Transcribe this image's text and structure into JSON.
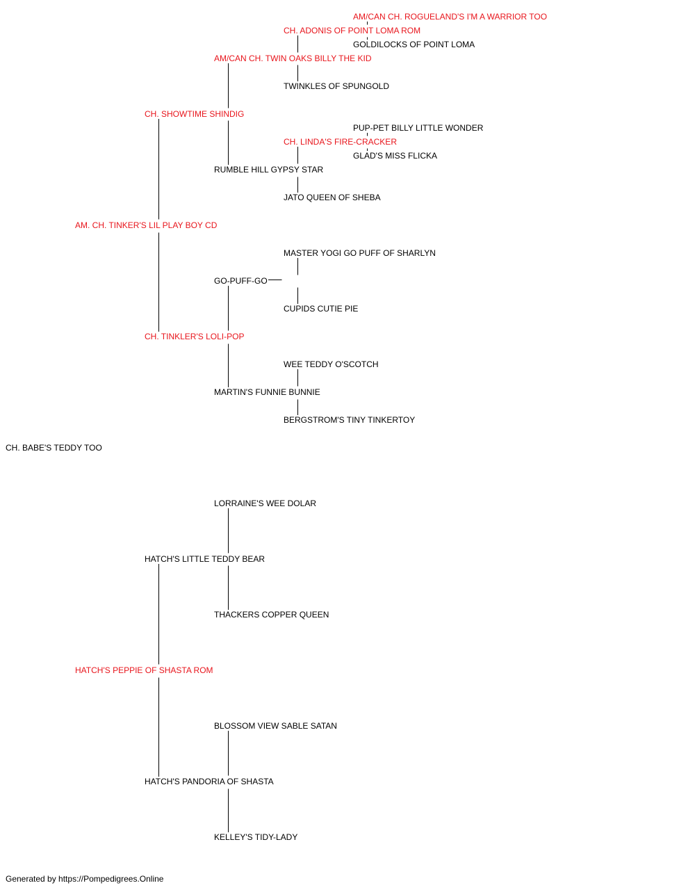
{
  "colors": {
    "champion": "#e8141b",
    "normal": "#000000",
    "line": "#000000"
  },
  "subject": {
    "name": "CH. BABE'S TEDDY TOO",
    "champion": false
  },
  "sire": {
    "name": "AM. CH. TINKER'S LIL PLAY BOY CD",
    "champion": true,
    "sire": {
      "name": "CH. SHOWTIME SHINDIG",
      "champion": true,
      "sire": {
        "name": "AM/CAN CH. TWIN OAKS BILLY THE KID",
        "champion": true,
        "sire": {
          "name": "CH. ADONIS OF POINT LOMA ROM",
          "champion": true,
          "sire": {
            "name": "AM/CAN CH. ROGUELAND'S I'M A WARRIOR TOO",
            "champion": true
          },
          "dam": {
            "name": "GOLDILOCKS OF POINT LOMA",
            "champion": false
          }
        },
        "dam": {
          "name": "TWINKLES OF SPUNGOLD",
          "champion": false
        }
      },
      "dam": {
        "name": "RUMBLE HILL GYPSY STAR",
        "champion": false,
        "sire": {
          "name": "CH. LINDA'S FIRE-CRACKER",
          "champion": true,
          "sire": {
            "name": "PUP-PET BILLY LITTLE WONDER",
            "champion": false
          },
          "dam": {
            "name": "GLAD'S MISS FLICKA",
            "champion": false
          }
        },
        "dam": {
          "name": "JATO QUEEN OF SHEBA",
          "champion": false
        }
      }
    },
    "dam": {
      "name": "CH. TINKLER'S LOLI-POP",
      "champion": true,
      "sire": {
        "name": "GO-PUFF-GO",
        "champion": false,
        "sire": {
          "name": "MASTER YOGI GO PUFF OF SHARLYN",
          "champion": false
        },
        "dam": {
          "name": "CUPIDS CUTIE PIE",
          "champion": false
        }
      },
      "dam": {
        "name": "MARTIN'S FUNNIE BUNNIE",
        "champion": false,
        "sire": {
          "name": "WEE TEDDY O'SCOTCH",
          "champion": false
        },
        "dam": {
          "name": "BERGSTROM'S TINY TINKERTOY",
          "champion": false
        }
      }
    }
  },
  "dam": {
    "name": "HATCH'S PEPPIE OF SHASTA ROM",
    "champion": true,
    "sire": {
      "name": "HATCH'S LITTLE TEDDY BEAR",
      "champion": false,
      "sire": {
        "name": "LORRAINE'S WEE DOLAR",
        "champion": false
      },
      "dam": {
        "name": "THACKERS COPPER QUEEN",
        "champion": false
      }
    },
    "dam": {
      "name": "HATCH'S PANDORIA OF SHASTA",
      "champion": false,
      "sire": {
        "name": "BLOSSOM VIEW SABLE SATAN",
        "champion": false
      },
      "dam": {
        "name": "KELLEY'S TIDY-LADY",
        "champion": false
      }
    }
  },
  "footer": "Generated by https://Pompedigrees.Online"
}
